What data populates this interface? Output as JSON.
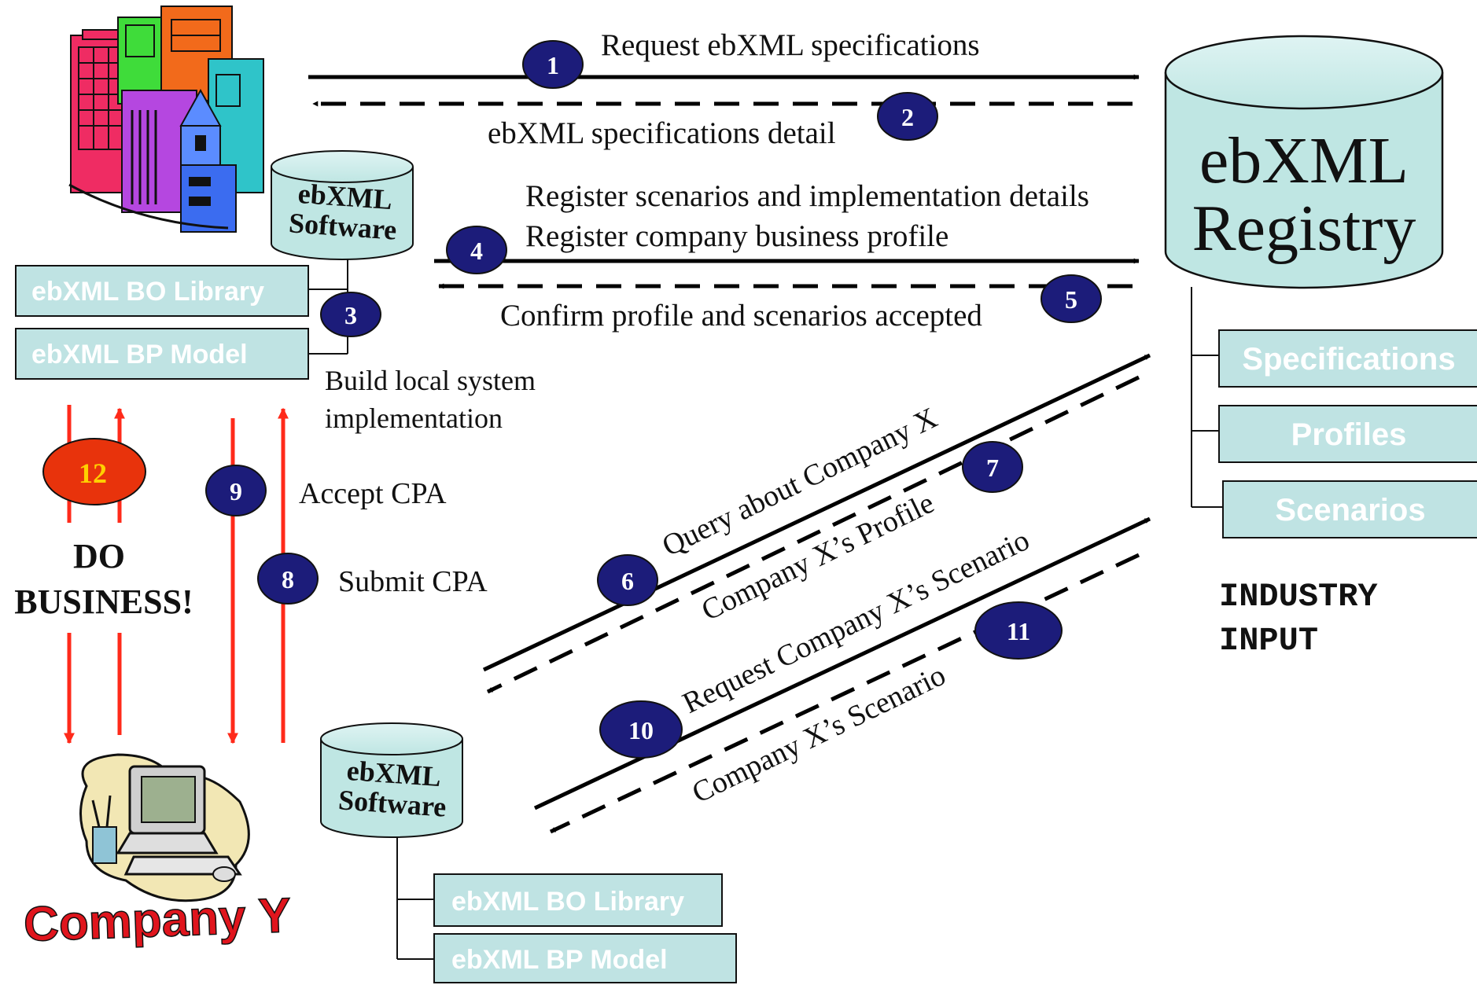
{
  "steps": [
    {
      "num": "1",
      "label": "Request ebXML specifications"
    },
    {
      "num": "2",
      "label": "ebXML specifications detail"
    },
    {
      "num": "3",
      "label_line1": "Build local system",
      "label_line2": "implementation"
    },
    {
      "num": "4",
      "label_line1": "Register scenarios and implementation details",
      "label_line2": "Register company business profile"
    },
    {
      "num": "5",
      "label": "Confirm profile and scenarios accepted"
    },
    {
      "num": "6",
      "label": "Query about Company X"
    },
    {
      "num": "7",
      "label": "Company X’s Profile"
    },
    {
      "num": "8",
      "label": "Submit CPA"
    },
    {
      "num": "9",
      "label": "Accept CPA"
    },
    {
      "num": "10",
      "label": "Request Company X’s Scenario"
    },
    {
      "num": "11",
      "label": "Company X’s Scenario"
    },
    {
      "num": "12",
      "label_line1": "DO",
      "label_line2": "BUSINESS!"
    }
  ],
  "registry": {
    "title_line1": "ebXML",
    "title_line2": "Registry",
    "items": [
      "Specifications",
      "Profiles",
      "Scenarios"
    ],
    "industry_line1": "INDUSTRY",
    "industry_line2": "INPUT"
  },
  "company_x": {
    "software_line1": "ebXML",
    "software_line2": "Software",
    "boxes": [
      "ebXML BO Library",
      "ebXML BP Model"
    ]
  },
  "company_y": {
    "name": "Company Y",
    "software_line1": "ebXML",
    "software_line2": "Software",
    "boxes": [
      "ebXML BO Library",
      "ebXML BP Model"
    ]
  },
  "colors": {
    "step_badge": "#1c1c7a",
    "badge_12": "#e8330c",
    "badge_12_text": "#ffd000",
    "box_fill": "#bfe3e3",
    "registry_fill": "#bfe6e3",
    "red_arrow": "#ff2a1a",
    "company_y_text": "#e0151d"
  },
  "icons": [
    "office-buildings-icon",
    "computer-desk-icon"
  ]
}
